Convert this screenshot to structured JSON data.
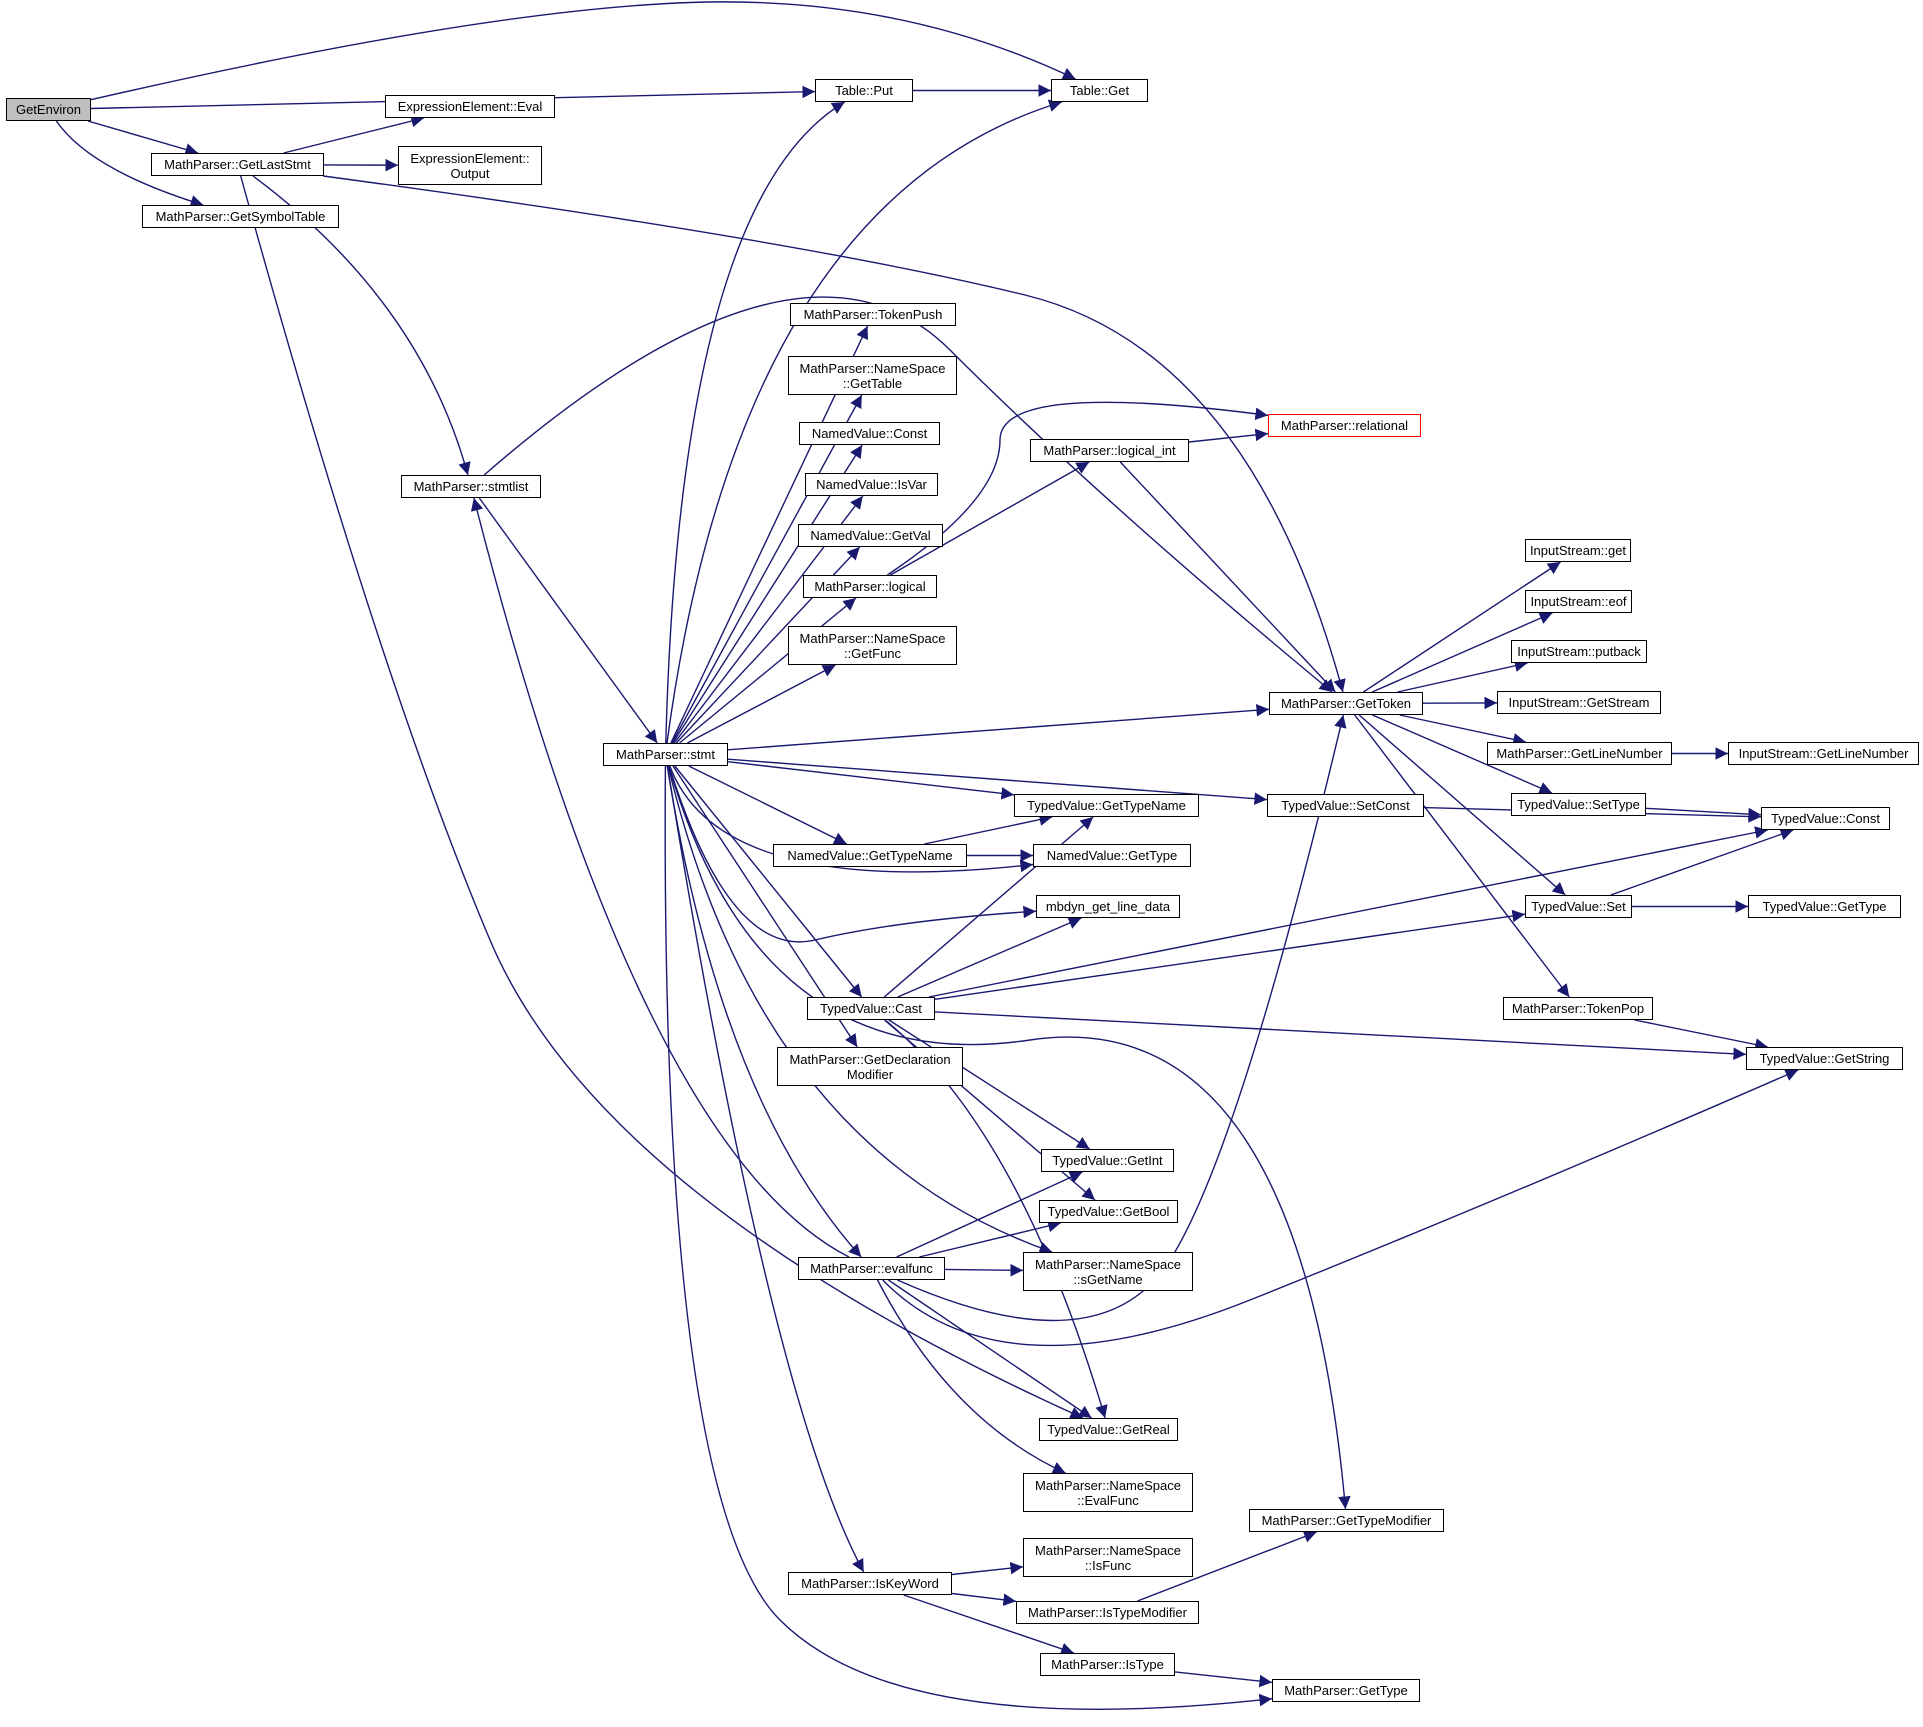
{
  "colors": {
    "edge": "#191970",
    "node_border": "#000000",
    "root_fill": "#bfbfbf",
    "truncated_border": "#ff0000"
  },
  "nodes": [
    {
      "id": "getenviron",
      "label": "GetEnviron",
      "root": true
    },
    {
      "id": "ee_eval",
      "label": "ExpressionElement::Eval"
    },
    {
      "id": "getlaststmt",
      "label": "MathParser::GetLastStmt"
    },
    {
      "id": "ee_output",
      "label": "ExpressionElement::\nOutput"
    },
    {
      "id": "getsymboltable",
      "label": "MathParser::GetSymbolTable"
    },
    {
      "id": "table_put",
      "label": "Table::Put"
    },
    {
      "id": "table_get",
      "label": "Table::Get"
    },
    {
      "id": "stmtlist",
      "label": "MathParser::stmtlist"
    },
    {
      "id": "stmt",
      "label": "MathParser::stmt"
    },
    {
      "id": "tokenpush",
      "label": "MathParser::TokenPush"
    },
    {
      "id": "ns_gettable",
      "label": "MathParser::NameSpace\n::GetTable"
    },
    {
      "id": "nv_const",
      "label": "NamedValue::Const"
    },
    {
      "id": "nv_isvar",
      "label": "NamedValue::IsVar"
    },
    {
      "id": "nv_getval",
      "label": "NamedValue::GetVal"
    },
    {
      "id": "logical",
      "label": "MathParser::logical"
    },
    {
      "id": "ns_getfunc",
      "label": "MathParser::NameSpace\n::GetFunc"
    },
    {
      "id": "relational",
      "label": "MathParser::relational",
      "truncated": true
    },
    {
      "id": "logical_int",
      "label": "MathParser::logical_int"
    },
    {
      "id": "gettoken",
      "label": "MathParser::GetToken"
    },
    {
      "id": "is_get",
      "label": "InputStream::get"
    },
    {
      "id": "is_eof",
      "label": "InputStream::eof"
    },
    {
      "id": "is_putback",
      "label": "InputStream::putback"
    },
    {
      "id": "is_getstream",
      "label": "InputStream::GetStream"
    },
    {
      "id": "mp_getlinenumber",
      "label": "MathParser::GetLineNumber"
    },
    {
      "id": "is_getlinenumber",
      "label": "InputStream::GetLineNumber"
    },
    {
      "id": "tv_settype",
      "label": "TypedValue::SetType"
    },
    {
      "id": "tv_const",
      "label": "TypedValue::Const"
    },
    {
      "id": "tv_set",
      "label": "TypedValue::Set"
    },
    {
      "id": "tv_gettype",
      "label": "TypedValue::GetType"
    },
    {
      "id": "tokenpop",
      "label": "MathParser::TokenPop"
    },
    {
      "id": "tv_getstring",
      "label": "TypedValue::GetString"
    },
    {
      "id": "tv_gettypename",
      "label": "TypedValue::GetTypeName"
    },
    {
      "id": "tv_setconst",
      "label": "TypedValue::SetConst"
    },
    {
      "id": "nv_gettypename",
      "label": "NamedValue::GetTypeName"
    },
    {
      "id": "nv_gettype",
      "label": "NamedValue::GetType"
    },
    {
      "id": "mbdyn_get_line_data",
      "label": "mbdyn_get_line_data"
    },
    {
      "id": "tv_cast",
      "label": "TypedValue::Cast"
    },
    {
      "id": "getdeclmod",
      "label": "MathParser::GetDeclaration\nModifier"
    },
    {
      "id": "tv_getint",
      "label": "TypedValue::GetInt"
    },
    {
      "id": "tv_getbool",
      "label": "TypedValue::GetBool"
    },
    {
      "id": "evalfunc",
      "label": "MathParser::evalfunc"
    },
    {
      "id": "ns_sgetname",
      "label": "MathParser::NameSpace\n::sGetName"
    },
    {
      "id": "tv_getreal",
      "label": "TypedValue::GetReal"
    },
    {
      "id": "ns_evalfunc",
      "label": "MathParser::NameSpace\n::EvalFunc"
    },
    {
      "id": "gettypemodifier",
      "label": "MathParser::GetTypeModifier"
    },
    {
      "id": "ns_isfunc",
      "label": "MathParser::NameSpace\n::IsFunc"
    },
    {
      "id": "iskeyword",
      "label": "MathParser::IsKeyWord"
    },
    {
      "id": "istypemodifier",
      "label": "MathParser::IsTypeModifier"
    },
    {
      "id": "istype",
      "label": "MathParser::IsType"
    },
    {
      "id": "mp_gettype",
      "label": "MathParser::GetType"
    }
  ],
  "edges": [
    [
      "getenviron",
      "table_get"
    ],
    [
      "getenviron",
      "table_put"
    ],
    [
      "getenviron",
      "getlaststmt"
    ],
    [
      "getenviron",
      "getsymboltable"
    ],
    [
      "table_put",
      "table_get"
    ],
    [
      "getlaststmt",
      "ee_eval"
    ],
    [
      "getlaststmt",
      "ee_output"
    ],
    [
      "getlaststmt",
      "stmtlist"
    ],
    [
      "getlaststmt",
      "gettoken"
    ],
    [
      "getlaststmt",
      "tv_getreal"
    ],
    [
      "stmtlist",
      "stmt"
    ],
    [
      "stmtlist",
      "gettoken"
    ],
    [
      "stmt",
      "table_put"
    ],
    [
      "stmt",
      "table_get"
    ],
    [
      "stmt",
      "tokenpush"
    ],
    [
      "stmt",
      "ns_gettable"
    ],
    [
      "stmt",
      "nv_const"
    ],
    [
      "stmt",
      "nv_isvar"
    ],
    [
      "stmt",
      "nv_getval"
    ],
    [
      "stmt",
      "logical"
    ],
    [
      "stmt",
      "ns_getfunc"
    ],
    [
      "stmt",
      "gettoken"
    ],
    [
      "stmt",
      "tv_setconst"
    ],
    [
      "stmt",
      "tv_gettypename"
    ],
    [
      "stmt",
      "nv_gettypename"
    ],
    [
      "stmt",
      "nv_gettype"
    ],
    [
      "stmt",
      "mbdyn_get_line_data"
    ],
    [
      "stmt",
      "tv_cast"
    ],
    [
      "stmt",
      "getdeclmod"
    ],
    [
      "stmt",
      "evalfunc"
    ],
    [
      "stmt",
      "ns_sgetname"
    ],
    [
      "stmt",
      "gettypemodifier"
    ],
    [
      "stmt",
      "iskeyword"
    ],
    [
      "stmt",
      "mp_gettype"
    ],
    [
      "logical",
      "logical_int"
    ],
    [
      "logical",
      "relational"
    ],
    [
      "logical_int",
      "relational"
    ],
    [
      "logical_int",
      "gettoken"
    ],
    [
      "gettoken",
      "is_get"
    ],
    [
      "gettoken",
      "is_eof"
    ],
    [
      "gettoken",
      "is_putback"
    ],
    [
      "gettoken",
      "is_getstream"
    ],
    [
      "gettoken",
      "mp_getlinenumber"
    ],
    [
      "gettoken",
      "tv_settype"
    ],
    [
      "gettoken",
      "tv_set"
    ],
    [
      "gettoken",
      "tokenpop"
    ],
    [
      "mp_getlinenumber",
      "is_getlinenumber"
    ],
    [
      "tv_settype",
      "tv_const"
    ],
    [
      "tv_set",
      "tv_const"
    ],
    [
      "tv_set",
      "tv_gettype"
    ],
    [
      "tokenpop",
      "tv_getstring"
    ],
    [
      "tv_setconst",
      "tv_const"
    ],
    [
      "nv_gettypename",
      "tv_gettypename"
    ],
    [
      "nv_gettypename",
      "nv_gettype"
    ],
    [
      "tv_cast",
      "tv_gettypename"
    ],
    [
      "tv_cast",
      "mbdyn_get_line_data"
    ],
    [
      "tv_cast",
      "tv_set"
    ],
    [
      "tv_cast",
      "tv_const"
    ],
    [
      "tv_cast",
      "tv_getstring"
    ],
    [
      "tv_cast",
      "tv_getint"
    ],
    [
      "tv_cast",
      "tv_getbool"
    ],
    [
      "tv_cast",
      "tv_getreal"
    ],
    [
      "evalfunc",
      "stmtlist"
    ],
    [
      "evalfunc",
      "tv_getint"
    ],
    [
      "evalfunc",
      "tv_getbool"
    ],
    [
      "evalfunc",
      "ns_sgetname"
    ],
    [
      "evalfunc",
      "gettoken"
    ],
    [
      "evalfunc",
      "tv_getstring"
    ],
    [
      "evalfunc",
      "tv_getreal"
    ],
    [
      "evalfunc",
      "ns_evalfunc"
    ],
    [
      "iskeyword",
      "ns_isfunc"
    ],
    [
      "iskeyword",
      "istypemodifier"
    ],
    [
      "iskeyword",
      "istype"
    ],
    [
      "istypemodifier",
      "gettypemodifier"
    ],
    [
      "istype",
      "mp_gettype"
    ]
  ]
}
